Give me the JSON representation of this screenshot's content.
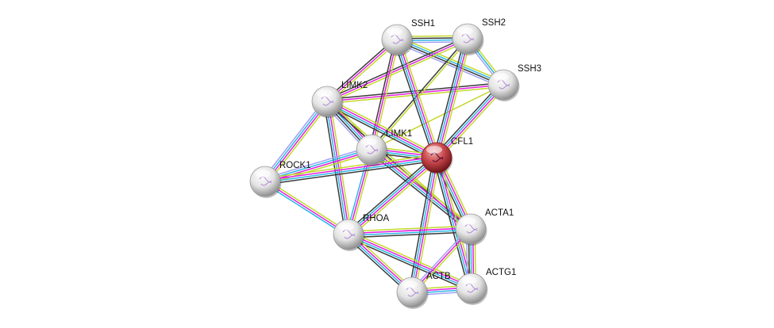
{
  "colors": {
    "textmining": "#c3d82c",
    "experiments": "#e020e0",
    "databases": "#2cb8e6",
    "coexpression": "#3a3a3a",
    "homology": "#a0a0f4",
    "query_node": "#c8484c",
    "node": "#e6e6e6"
  },
  "nodes": [
    {
      "id": "SSH1",
      "label": "SSH1",
      "query": false
    },
    {
      "id": "SSH2",
      "label": "SSH2",
      "query": false
    },
    {
      "id": "SSH3",
      "label": "SSH3",
      "query": false
    },
    {
      "id": "LIMK2",
      "label": "LIMK2",
      "query": false
    },
    {
      "id": "LIMK1",
      "label": "LIMK1",
      "query": false
    },
    {
      "id": "CFL1",
      "label": "CFL1",
      "query": true
    },
    {
      "id": "ROCK1",
      "label": "ROCK1",
      "query": false
    },
    {
      "id": "RHOA",
      "label": "RHOA",
      "query": false
    },
    {
      "id": "ACTA1",
      "label": "ACTA1",
      "query": false
    },
    {
      "id": "ACTG1",
      "label": "ACTG1",
      "query": false
    },
    {
      "id": "ACTB",
      "label": "ACTB",
      "query": false
    }
  ],
  "edges": [
    {
      "from": "SSH1",
      "to": "SSH2",
      "channels": [
        "textmining",
        "coexpression",
        "databases",
        "homology"
      ]
    },
    {
      "from": "SSH1",
      "to": "SSH3",
      "channels": [
        "textmining",
        "databases",
        "coexpression",
        "homology"
      ]
    },
    {
      "from": "SSH2",
      "to": "SSH3",
      "channels": [
        "textmining",
        "databases",
        "homology"
      ]
    },
    {
      "from": "SSH1",
      "to": "LIMK2",
      "channels": [
        "textmining",
        "experiments",
        "coexpression"
      ]
    },
    {
      "from": "SSH2",
      "to": "LIMK2",
      "channels": [
        "textmining",
        "experiments",
        "coexpression"
      ]
    },
    {
      "from": "SSH3",
      "to": "LIMK2",
      "channels": [
        "textmining",
        "experiments",
        "coexpression"
      ]
    },
    {
      "from": "SSH1",
      "to": "LIMK1",
      "channels": [
        "textmining",
        "experiments",
        "coexpression"
      ]
    },
    {
      "from": "SSH2",
      "to": "LIMK1",
      "channels": [
        "textmining",
        "coexpression"
      ]
    },
    {
      "from": "SSH3",
      "to": "LIMK1",
      "channels": [
        "textmining"
      ]
    },
    {
      "from": "SSH1",
      "to": "CFL1",
      "channels": [
        "textmining",
        "experiments",
        "databases",
        "coexpression"
      ]
    },
    {
      "from": "SSH2",
      "to": "CFL1",
      "channels": [
        "textmining",
        "experiments",
        "databases",
        "coexpression"
      ]
    },
    {
      "from": "SSH3",
      "to": "CFL1",
      "channels": [
        "textmining",
        "experiments",
        "databases",
        "coexpression"
      ]
    },
    {
      "from": "LIMK2",
      "to": "LIMK1",
      "channels": [
        "textmining",
        "experiments",
        "databases",
        "coexpression",
        "homology"
      ]
    },
    {
      "from": "LIMK2",
      "to": "CFL1",
      "channels": [
        "textmining",
        "experiments",
        "databases",
        "coexpression"
      ]
    },
    {
      "from": "LIMK2",
      "to": "ROCK1",
      "channels": [
        "textmining",
        "experiments",
        "databases",
        "homology"
      ]
    },
    {
      "from": "LIMK2",
      "to": "RHOA",
      "channels": [
        "textmining",
        "experiments",
        "databases",
        "coexpression"
      ]
    },
    {
      "from": "LIMK2",
      "to": "ACTA1",
      "channels": [
        "textmining",
        "coexpression"
      ]
    },
    {
      "from": "LIMK1",
      "to": "CFL1",
      "channels": [
        "textmining",
        "experiments",
        "databases",
        "coexpression"
      ]
    },
    {
      "from": "LIMK1",
      "to": "ROCK1",
      "channels": [
        "textmining",
        "experiments",
        "databases",
        "homology"
      ]
    },
    {
      "from": "LIMK1",
      "to": "RHOA",
      "channels": [
        "textmining",
        "experiments",
        "databases"
      ]
    },
    {
      "from": "LIMK1",
      "to": "ACTA1",
      "channels": [
        "textmining",
        "experiments",
        "databases",
        "coexpression"
      ]
    },
    {
      "from": "ROCK1",
      "to": "CFL1",
      "channels": [
        "textmining",
        "experiments",
        "databases",
        "coexpression"
      ]
    },
    {
      "from": "ROCK1",
      "to": "RHOA",
      "channels": [
        "textmining",
        "experiments",
        "databases"
      ]
    },
    {
      "from": "CFL1",
      "to": "RHOA",
      "channels": [
        "textmining",
        "experiments",
        "databases",
        "coexpression"
      ]
    },
    {
      "from": "CFL1",
      "to": "ACTA1",
      "channels": [
        "textmining",
        "experiments",
        "databases",
        "coexpression"
      ]
    },
    {
      "from": "CFL1",
      "to": "ACTG1",
      "channels": [
        "textmining",
        "experiments",
        "databases",
        "coexpression"
      ]
    },
    {
      "from": "CFL1",
      "to": "ACTB",
      "channels": [
        "textmining",
        "experiments",
        "databases",
        "coexpression"
      ]
    },
    {
      "from": "RHOA",
      "to": "ACTA1",
      "channels": [
        "textmining",
        "experiments",
        "databases",
        "coexpression"
      ]
    },
    {
      "from": "RHOA",
      "to": "ACTG1",
      "channels": [
        "textmining",
        "experiments",
        "databases",
        "coexpression"
      ]
    },
    {
      "from": "RHOA",
      "to": "ACTB",
      "channels": [
        "textmining",
        "experiments",
        "databases",
        "coexpression"
      ]
    },
    {
      "from": "ACTA1",
      "to": "ACTG1",
      "channels": [
        "textmining",
        "experiments",
        "databases",
        "coexpression",
        "homology"
      ]
    },
    {
      "from": "ACTA1",
      "to": "ACTB",
      "channels": [
        "textmining",
        "experiments",
        "homology"
      ]
    },
    {
      "from": "ACTB",
      "to": "ACTG1",
      "channels": [
        "textmining",
        "experiments",
        "databases",
        "homology"
      ]
    }
  ]
}
